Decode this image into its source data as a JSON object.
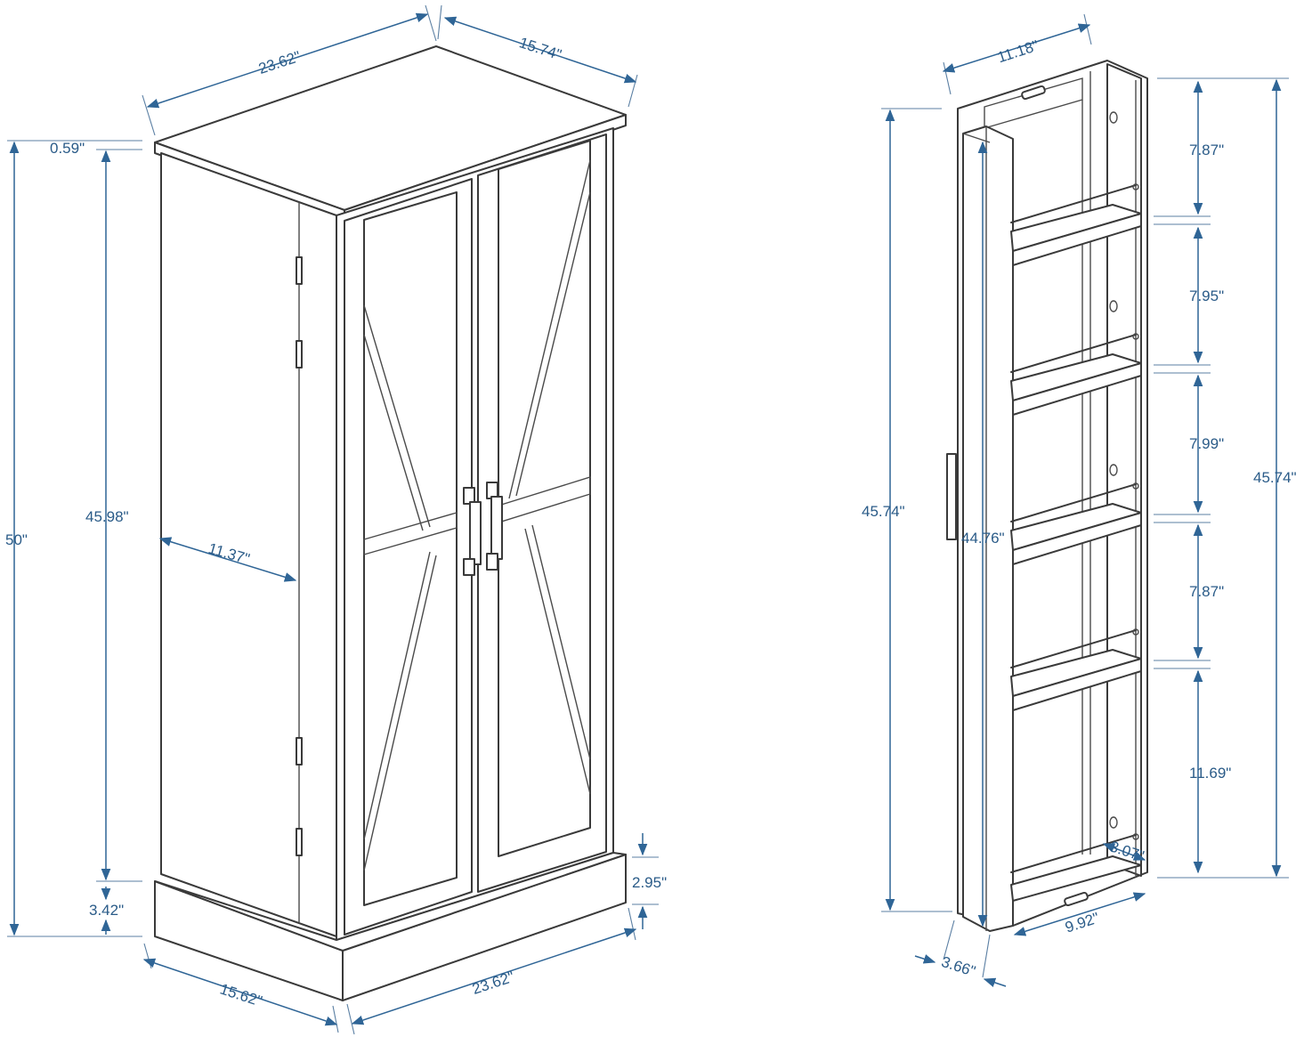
{
  "colors": {
    "line": "#3a3a3a",
    "dimension": "#2f6596",
    "text": "#2a5b88",
    "background": "#ffffff"
  },
  "cabinet": {
    "top_width": "23.62\"",
    "top_depth": "15.74\"",
    "top_thickness": "0.59\"",
    "overall_height": "50\"",
    "body_height": "45.98\"",
    "base_height": "3.42\"",
    "door_width": "11.37\"",
    "toe_kick": "2.95\"",
    "base_depth": "15.62\"",
    "base_width": "23.62\""
  },
  "door_rack": {
    "depth": "11.18\"",
    "door_height": "45.74\"",
    "frame_height": "44.76\"",
    "rack_height": "45.74\"",
    "shelf_gaps": [
      "7.87\"",
      "7.95\"",
      "7.99\"",
      "7.87\"",
      "11.69\""
    ],
    "shelf_depth": "3.07\"",
    "inner_width": "9.92\"",
    "door_thickness": "3.66\""
  }
}
